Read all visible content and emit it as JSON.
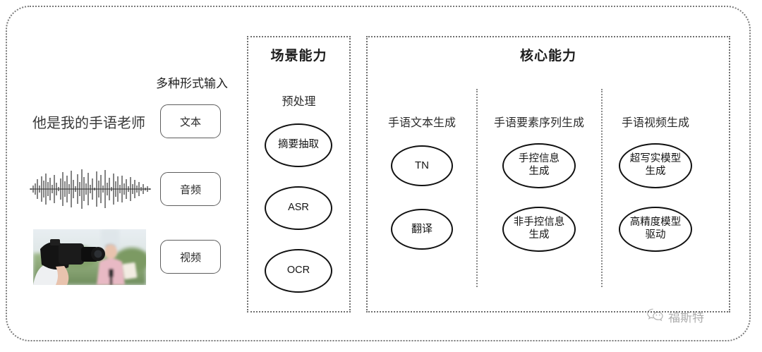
{
  "frame": {
    "style": "dotted-rounded"
  },
  "input_section": {
    "heading": "多种形式输入",
    "sample_sentence": "他是我的手语老师",
    "items": [
      {
        "label": "文本",
        "media": "text-sentence"
      },
      {
        "label": "音频",
        "media": "audio-waveform"
      },
      {
        "label": "视频",
        "media": "video-thumbnail"
      }
    ]
  },
  "scene_section": {
    "title": "场景能力",
    "subtitle": "预处理",
    "nodes": [
      "摘要抽取",
      "ASR",
      "OCR"
    ]
  },
  "core_section": {
    "title": "核心能力",
    "columns": [
      {
        "label": "手语文本生成",
        "nodes": [
          "TN",
          "翻译"
        ]
      },
      {
        "label": "手语要素序列生成",
        "nodes": [
          "手控信息\n生成",
          "非手控信息\n生成"
        ]
      },
      {
        "label": "手语视频生成",
        "nodes": [
          "超写实模型\n生成",
          "高精度模型\n驱动"
        ]
      }
    ]
  },
  "watermark": {
    "icon": "wechat-icon",
    "text": "福斯特"
  },
  "colors": {
    "frame_border": "#7a7a7a",
    "box_border": "#6f6f6f",
    "node_border": "#111111",
    "pill_border": "#5d5d5d",
    "text": "#2b2b2b"
  }
}
